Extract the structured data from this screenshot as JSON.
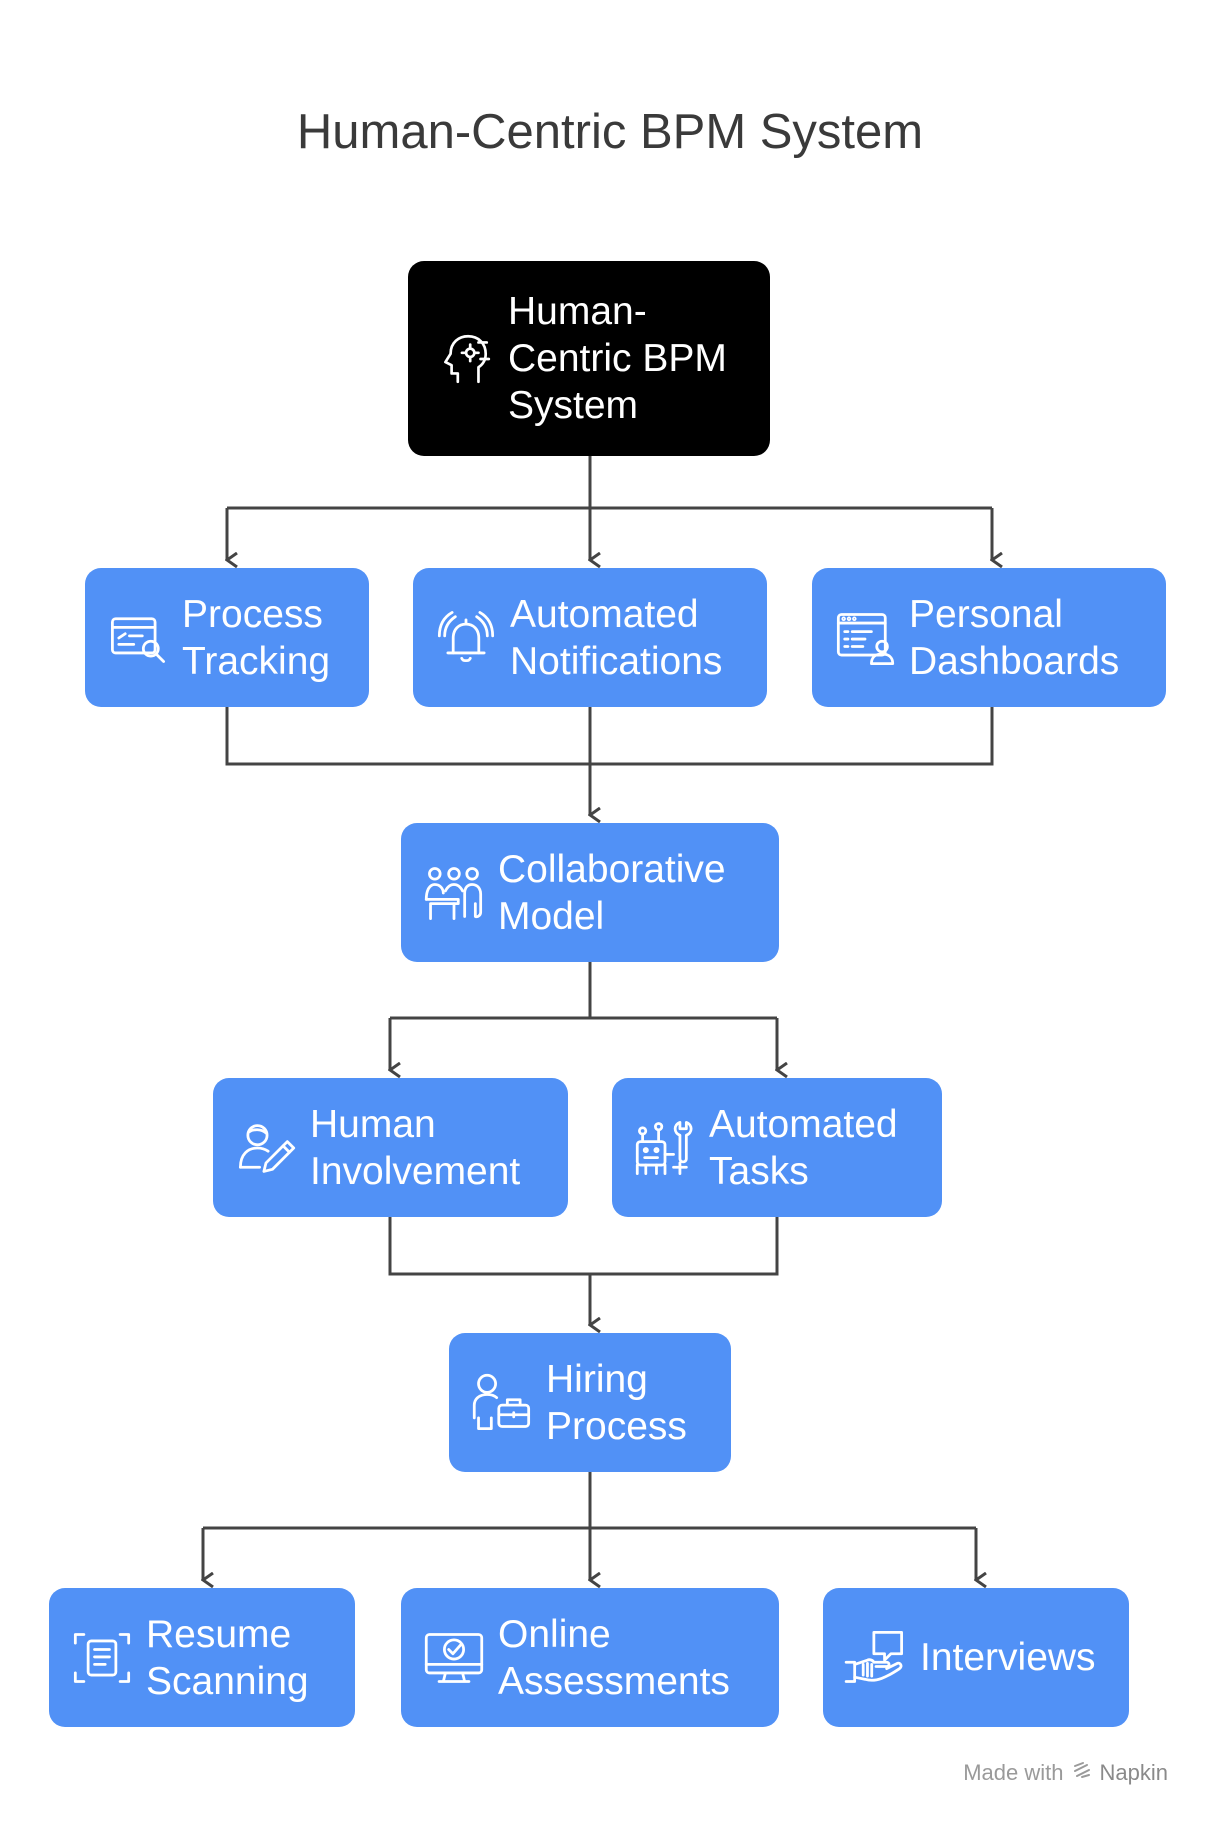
{
  "title": "Human-Centric BPM System",
  "nodes": {
    "root": "Human-\nCentric BPM\nSystem",
    "process_tracking": "Process\nTracking",
    "automated_notifications": "Automated\nNotifications",
    "personal_dashboards": "Personal\nDashboards",
    "collaborative_model": "Collaborative\nModel",
    "human_involvement": "Human\nInvolvement",
    "automated_tasks": "Automated\nTasks",
    "hiring_process": "Hiring\nProcess",
    "resume_scanning": "Resume\nScanning",
    "online_assessments": "Online\nAssessments",
    "interviews": "Interviews"
  },
  "icons": {
    "root": "head-gear-icon",
    "process_tracking": "process-search-icon",
    "automated_notifications": "bell-icon",
    "personal_dashboards": "dashboard-user-icon",
    "collaborative_model": "team-icon",
    "human_involvement": "person-pencil-icon",
    "automated_tasks": "robot-wrench-icon",
    "hiring_process": "person-briefcase-icon",
    "resume_scanning": "document-scan-icon",
    "online_assessments": "monitor-check-icon",
    "interviews": "handshake-chat-icon"
  },
  "colors": {
    "node_blue": "#5191f6",
    "root_black": "#000000",
    "connector": "#444444"
  },
  "footer": {
    "prefix": "Made with",
    "brand": "Napkin"
  }
}
